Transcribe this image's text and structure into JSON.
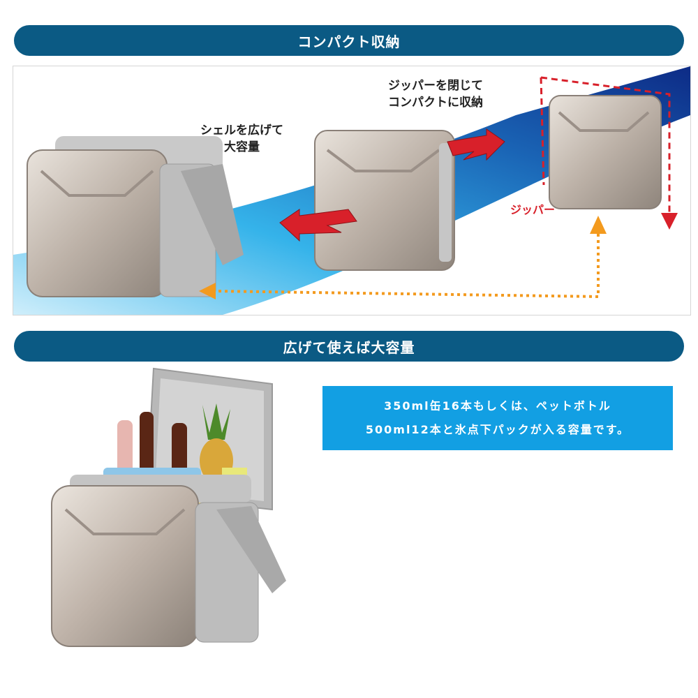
{
  "sections": {
    "compact": {
      "title": "コンパクト収納"
    },
    "expand": {
      "title": "広げて使えば大容量"
    }
  },
  "labels": {
    "expand_line1": "シェルを広げて",
    "expand_line2": "大容量",
    "compact_line1": "ジッパーを閉じて",
    "compact_line2": "コンパクトに収納",
    "zipper": "ジッパー"
  },
  "capacity": {
    "line1": "350ml缶16本もしくは、ペットボトル",
    "line2": "500ml12本と氷点下パックが入る容量です。"
  },
  "colors": {
    "banner": "#0b5a84",
    "info_box": "#129fe3",
    "arrow_red": "#d8202a",
    "arrow_orange": "#f39a1e"
  }
}
